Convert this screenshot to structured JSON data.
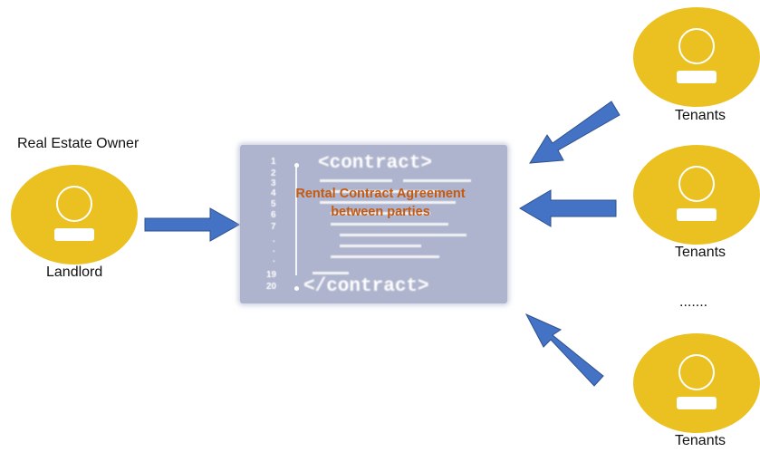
{
  "landlord": {
    "role_label": "Real Estate Owner",
    "name_label": "Landlord"
  },
  "contract": {
    "open_tag": "<contract>",
    "close_tag": "</contract>",
    "line_numbers": [
      "1",
      "2",
      "3",
      "4",
      "5",
      "6",
      "7",
      ".",
      ".",
      ".",
      "19",
      "20"
    ],
    "title": "Rental Contract Agreement between parties"
  },
  "tenants": [
    {
      "label": "Tenants"
    },
    {
      "label": "Tenants"
    },
    {
      "label": "Tenants"
    }
  ],
  "ellipsis": ".......",
  "colors": {
    "person_fill": "#EBC121",
    "arrow_fill": "#4472C4",
    "document_bg": "#AEB4CD",
    "title_text": "#C55A11"
  }
}
